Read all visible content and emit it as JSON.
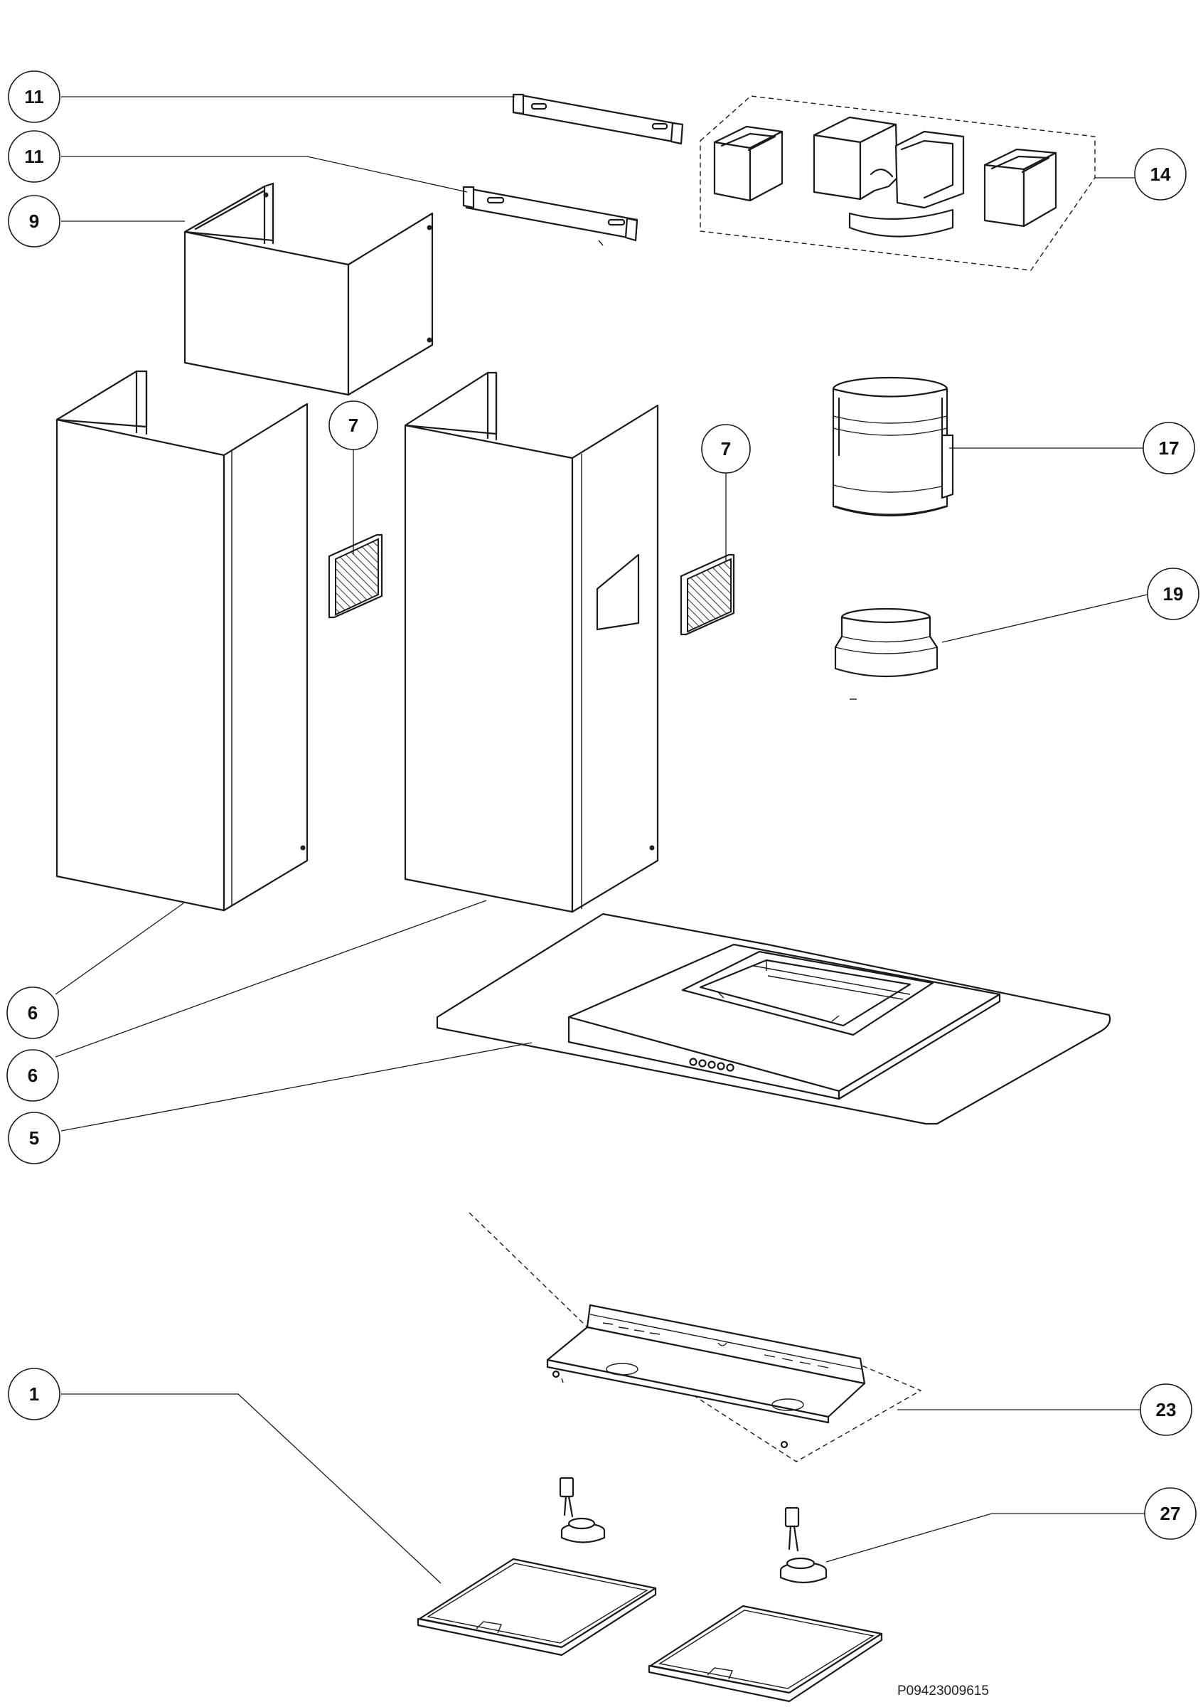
{
  "callouts": {
    "c11a": "11",
    "c11b": "11",
    "c9": "9",
    "c14": "14",
    "c7a": "7",
    "c7b": "7",
    "c17": "17",
    "c19": "19",
    "c6a": "6",
    "c6b": "6",
    "c5": "5",
    "c1": "1",
    "c23": "23",
    "c27": "27"
  },
  "drawing_code": "P09423009615"
}
